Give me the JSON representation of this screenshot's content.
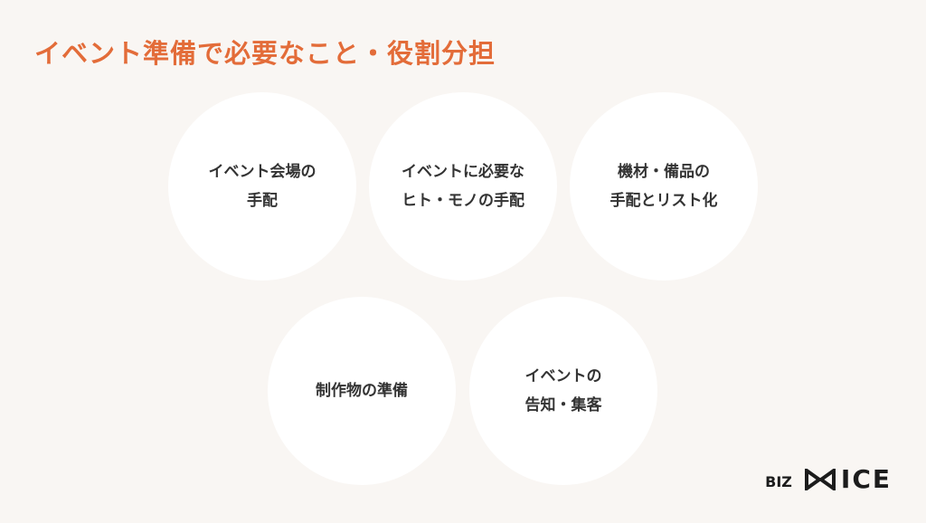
{
  "title": "イベント準備で必要なこと・役割分担",
  "circles": [
    {
      "line1": "イベント会場の",
      "line2": "手配"
    },
    {
      "line1": "イベントに必要な",
      "line2": "ヒト・モノの手配"
    },
    {
      "line1": "機材・備品の",
      "line2": "手配とリスト化"
    },
    {
      "line1": "制作物の準備",
      "line2": ""
    },
    {
      "line1": "イベントの",
      "line2": "告知・集客"
    }
  ],
  "logo": {
    "biz": "BIZ",
    "mice": "ICE",
    "mark_icon": "m-mark-icon"
  },
  "colors": {
    "background": "#f9f6f3",
    "title": "#e36c39",
    "circle": "#ffffff",
    "text": "#333333"
  }
}
